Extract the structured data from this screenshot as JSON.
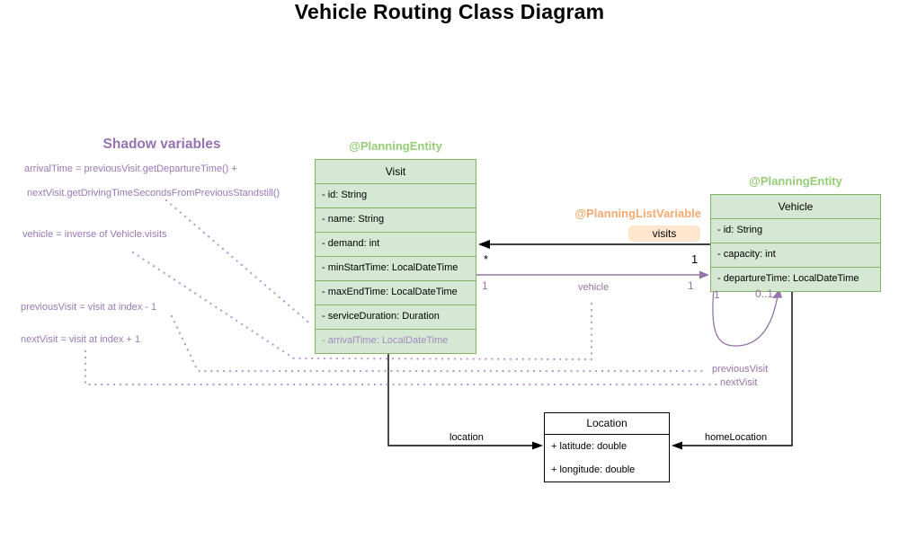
{
  "title": "Vehicle Routing Class Diagram",
  "shadow": {
    "heading": "Shadow variables",
    "line1": "arrivalTime = previousVisit.getDepartureTime() +",
    "line2": "nextVisit.getDrivingTimeSecondsFromPreviousStandstill()",
    "line3": "vehicle = inverse of Vehicle.visits",
    "line4": "previousVisit = visit at index - 1",
    "line5": "nextVisit = visit at index + 1"
  },
  "visit": {
    "annotation": "@PlanningEntity",
    "name": "Visit",
    "attributes": [
      "- id: String",
      "- name: String",
      "- demand: int",
      "- minStartTime: LocalDateTime",
      "- maxEndTime: LocalDateTime",
      "- serviceDuration: Duration",
      "- arrivalTime: LocalDateTime"
    ]
  },
  "vehicle": {
    "annotation": "@PlanningEntity",
    "name": "Vehicle",
    "attributes": [
      "- id: String",
      "- capacity: int",
      "- departureTime: LocalDateTime"
    ]
  },
  "location": {
    "name": "Location",
    "attributes": [
      "+ latitude: double",
      "+ longitude: double"
    ]
  },
  "relations": {
    "visits": {
      "annotation": "@PlanningListVariable",
      "badge": "visits",
      "mult_visit_side": "*",
      "mult_vehicle_side": "1"
    },
    "vehicle_ref": {
      "label": "vehicle",
      "mult_left": "1",
      "mult_right": "1"
    },
    "chain_loop": {
      "mult_start": "1",
      "mult_end": "0..1",
      "label_previous": "previousVisit",
      "label_next": "nextVisit"
    },
    "location_ref": {
      "label": "location"
    },
    "home_location_ref": {
      "label": "homeLocation"
    }
  },
  "colors": {
    "class_fill_green": "#d5e8d4",
    "class_border_green": "#82b366",
    "entity_annotation_green": "#94cd75",
    "list_variable_orange": "#f2aa6e",
    "badge_fill_orange": "#ffe6cc",
    "association_purple": "#9673a6",
    "shadow_text_purple": "#9878b4",
    "dotted_link_purple": "#b795cf"
  }
}
